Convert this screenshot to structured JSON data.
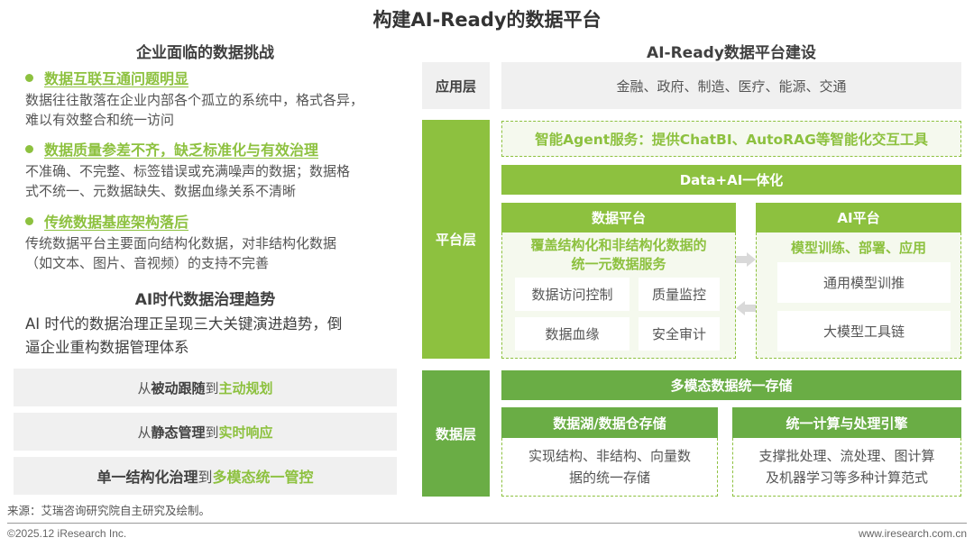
{
  "title": "构建AI-Ready的数据平台",
  "left": {
    "challenges_title": "企业面临的数据挑战",
    "challenges": [
      {
        "title": "数据互联互通问题明显",
        "desc_lines": [
          "数据往往散落在企业内部各个孤立的系统中，格式各异，",
          "难以有效整合和统一访问"
        ]
      },
      {
        "title": "数据质量参差不齐，缺乏标准化与有效治理",
        "desc_lines": [
          "不准确、不完整、标签错误或充满噪声的数据；数据格",
          "式不统一、元数据缺失、数据血缘关系不清晰"
        ]
      },
      {
        "title": "传统数据基座架构落后",
        "desc_lines": [
          "传统数据平台主要面向结构化数据，对非结构化数据",
          "（如文本、图片、音视频）的支持不完善"
        ]
      }
    ],
    "trends_title": "AI时代数据治理趋势",
    "trends_desc_lines": [
      "AI 时代的数据治理正呈现三大关键演进趋势，倒",
      "逼企业重构数据管理体系"
    ],
    "trends": [
      {
        "prefix": "从",
        "from": "被动跟随",
        "mid": "到",
        "to": "主动规划"
      },
      {
        "prefix": "从",
        "from": "静态管理",
        "mid": "到",
        "to": "实时响应"
      },
      {
        "prefix": "",
        "from": "单一结构化治理",
        "mid": "到",
        "to": "多模态统一管控"
      }
    ]
  },
  "right": {
    "title": "AI-Ready数据平台建设",
    "app_layer": {
      "label": "应用层",
      "content": "金融、政府、制造、医疗、能源、交通"
    },
    "platform_layer": {
      "label": "平台层",
      "agent_service": "智能Agent服务：提供ChatBI、AutoRAG等智能化交互工具",
      "data_ai": "Data+AI一体化",
      "data_platform": {
        "title": "数据平台",
        "subtitle_lines": [
          "覆盖结构化和非结构化数据的",
          "统一元数据服务"
        ],
        "cells": [
          "数据访问控制",
          "质量监控",
          "数据血缘",
          "安全审计"
        ]
      },
      "ai_platform": {
        "title": "AI平台",
        "subtitle": "模型训练、部署、应用",
        "cells": [
          "通用模型训推",
          "大模型工具链"
        ]
      }
    },
    "data_layer": {
      "label": "数据层",
      "storage": "多模态数据统一存储",
      "lake": {
        "title": "数据湖/数据仓存储",
        "desc_lines": [
          "实现结构、非结构、向量数",
          "据的统一存储"
        ]
      },
      "engine": {
        "title": "统一计算与处理引擎",
        "desc_lines": [
          "支撑批处理、流处理、图计算",
          "及机器学习等多种计算范式"
        ]
      }
    }
  },
  "source": "来源：艾瑞咨询研究院自主研究及绘制。",
  "copyright": "©2025.12 iResearch Inc.",
  "website": "www.iresearch.com.cn",
  "colors": {
    "accent_green": "#8dc13f",
    "dark_green": "#6aad45",
    "gray_bg": "#f0f0f0",
    "text": "#404040"
  }
}
